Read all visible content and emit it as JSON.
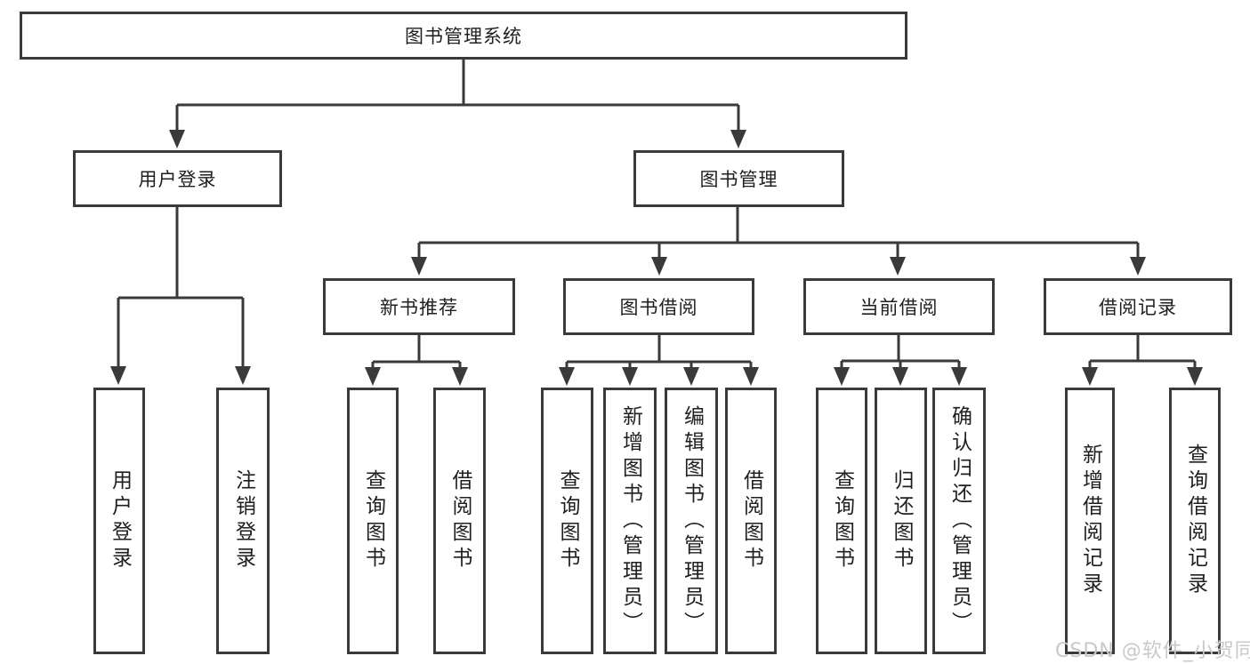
{
  "tree": {
    "root": {
      "label": "图书管理系统"
    },
    "branches": [
      {
        "label": "用户登录",
        "leaves": [
          "用户登录",
          "注销登录"
        ]
      },
      {
        "label": "图书管理",
        "groups": [
          {
            "label": "新书推荐",
            "leaves": [
              "查询图书",
              "借阅图书"
            ]
          },
          {
            "label": "图书借阅",
            "leaves": [
              "查询图书",
              "新增图书（管理员）",
              "编辑图书（管理员）",
              "借阅图书"
            ]
          },
          {
            "label": "当前借阅",
            "leaves": [
              "查询图书",
              "归还图书",
              "确认归还（管理员）"
            ]
          },
          {
            "label": "借阅记录",
            "leaves": [
              "新增借阅记录",
              "查询借阅记录"
            ]
          }
        ]
      }
    ]
  },
  "watermark": {
    "text": "CSDN @软件_小贺同学"
  },
  "colors": {
    "line": "#3a3a3a",
    "text": "#1f1f1f",
    "watermark": "#c9c9c9",
    "background": "#ffffff"
  }
}
